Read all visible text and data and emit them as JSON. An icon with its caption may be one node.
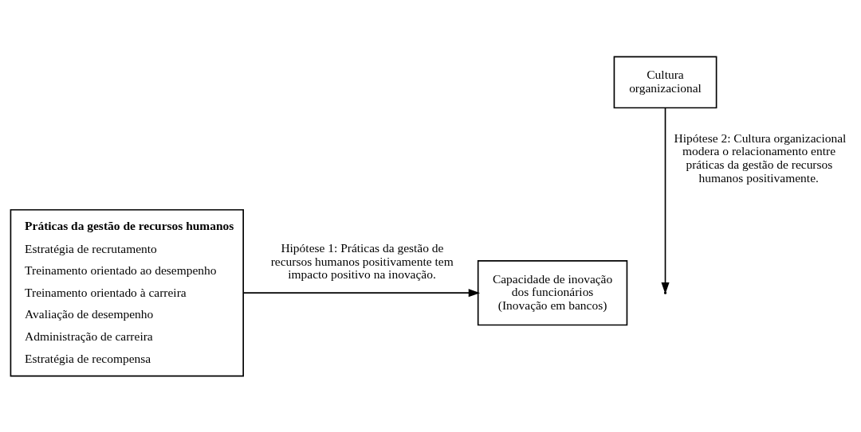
{
  "diagram": {
    "nodes": [
      {
        "text": [
          "Práticas da gestão de recursos humanos",
          "Estratégia de recrutamento",
          "Treinamento orientado ao desempenho",
          "Treinamento orientado à carreira",
          "Avaliação de desempenho",
          "Administração de carreira",
          "Estratégia de recompensa"
        ]
      },
      {
        "text": [
          "Cultura organizacional"
        ]
      },
      {
        "text": [
          "Capacidade de inovação dos funcionários (Inovação em bancos)"
        ]
      }
    ],
    "edges": [
      {
        "from": 1,
        "to": null,
        "arrow": "to",
        "label": "Hipótese 2: Cultura organizacional modera o relacionamento entre práticas da gestão de recursos humanos positivamente."
      },
      {
        "from": 0,
        "to": 2,
        "arrow": "to",
        "label": "Hipótese 1: Práticas da gestão de recursos humanos positivamente tem impacto positivo na inovação."
      }
    ]
  }
}
